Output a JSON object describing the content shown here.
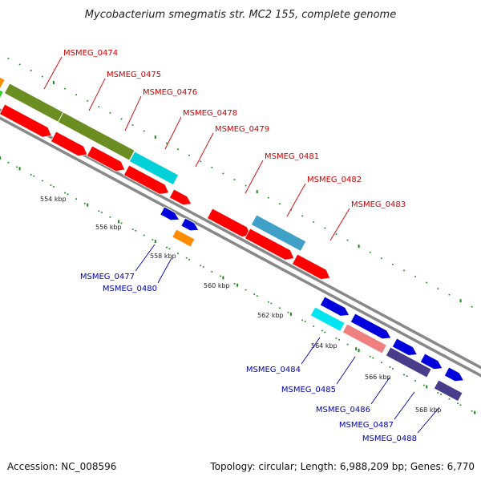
{
  "title": "Mycobacterium smegmatis str. MC2 155, complete genome",
  "footer": {
    "accession": "Accession: NC_008596",
    "topology": "Topology: circular; Length: 6,988,209 bp; Genes: 6,770"
  },
  "colors": {
    "label_forward": "#cc0000",
    "label_reverse": "#0000aa",
    "backbone": "#888888",
    "tick": "#1a8a1a"
  },
  "scale_labels": [
    "554 kbp",
    "556 kbp",
    "558 kbp",
    "560 kbp",
    "562 kbp",
    "564 kbp",
    "566 kbp",
    "568 kbp"
  ],
  "genes_forward": [
    {
      "label": "MSMEG_0474",
      "color": "#6b8e23"
    },
    {
      "label": "MSMEG_0475",
      "color": "#6b8e23"
    },
    {
      "label": "MSMEG_0476",
      "color": "#ff0000"
    },
    {
      "label": "MSMEG_0478",
      "color": "#00d0d8"
    },
    {
      "label": "MSMEG_0479",
      "color": "#ff0000"
    },
    {
      "label": "MSMEG_0481",
      "color": "#ff0000"
    },
    {
      "label": "MSMEG_0482",
      "color": "#3fa0c8"
    },
    {
      "label": "MSMEG_0483",
      "color": "#ff0000"
    }
  ],
  "genes_reverse": [
    {
      "label": "MSMEG_0477",
      "color": "#0000dd"
    },
    {
      "label": "MSMEG_0480",
      "color": "#ff8c00"
    },
    {
      "label": "MSMEG_0484",
      "color": "#00e5f0"
    },
    {
      "label": "MSMEG_0485",
      "color": "#f08080"
    },
    {
      "label": "MSMEG_0486",
      "color": "#0000dd"
    },
    {
      "label": "MSMEG_0487",
      "color": "#483d8b"
    },
    {
      "label": "MSMEG_0488",
      "color": "#483d8b"
    }
  ]
}
